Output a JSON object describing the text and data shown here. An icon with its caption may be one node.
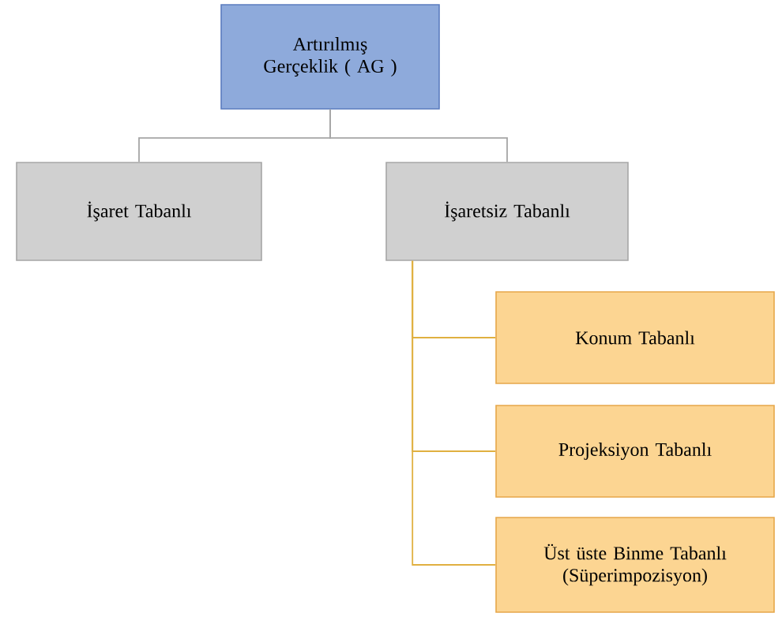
{
  "diagram": {
    "nodes": [
      {
        "text": [
          "Artırılmış Gerçeklik ( AG )"
        ]
      },
      {
        "text": [
          "İşaret Tabanlı"
        ]
      },
      {
        "text": [
          "İşaretsiz Tabanlı"
        ]
      },
      {
        "text": [
          "Konum Tabanlı"
        ]
      },
      {
        "text": [
          "Projeksiyon Tabanlı"
        ]
      },
      {
        "text": [
          "Üst üste Binme Tabanlı (Süperimpozisyon)"
        ]
      }
    ],
    "edges": [
      {
        "from": 0,
        "to": 1,
        "arrow": "none",
        "color": "#a6a6a6"
      },
      {
        "from": 0,
        "to": 2,
        "arrow": "none",
        "color": "#a6a6a6"
      },
      {
        "from": 2,
        "to": 3,
        "arrow": "none",
        "color": "#e0b040"
      },
      {
        "from": 2,
        "to": 4,
        "arrow": "none",
        "color": "#e0b040"
      },
      {
        "from": 2,
        "to": 5,
        "arrow": "none",
        "color": "#e0b040"
      }
    ]
  }
}
